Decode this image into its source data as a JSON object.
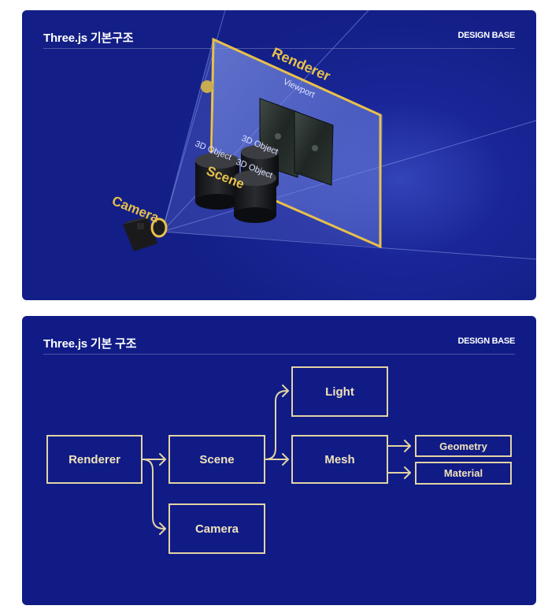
{
  "brand": "DESIGN BASE",
  "colors": {
    "panel": "#131f86",
    "accent": "#e8c14a",
    "node_border": "#e3d3a4",
    "node_text": "#f1e3bb"
  },
  "illustration": {
    "title": "Three.js 기본구조",
    "labels": {
      "renderer": "Renderer",
      "viewport": "Viewport",
      "scene": "Scene",
      "camera": "Camera",
      "object_1": "3D Object",
      "object_2": "3D Object",
      "object_3": "3D Object"
    }
  },
  "diagram": {
    "title": "Three.js 기본 구조",
    "nodes": {
      "renderer": "Renderer",
      "scene": "Scene",
      "camera": "Camera",
      "light": "Light",
      "mesh": "Mesh",
      "geometry": "Geometry",
      "material": "Material"
    }
  }
}
